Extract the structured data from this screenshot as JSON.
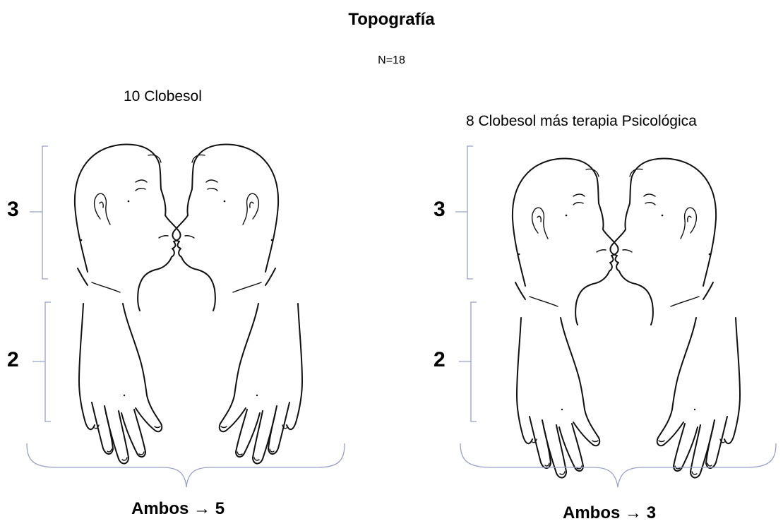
{
  "title": "Topografía",
  "sample": "N=18",
  "groups": [
    {
      "label": "10  Clobesol",
      "head_count": "3",
      "hand_count": "2",
      "both_label": "Ambos",
      "both_arrow": "→",
      "both_count": "5"
    },
    {
      "label": "8  Clobesol  más terapia Psicológica",
      "head_count": "3",
      "hand_count": "2",
      "both_label": "Ambos",
      "both_arrow": "→",
      "both_count": "3"
    }
  ],
  "colors": {
    "bracket": "#98a0c8",
    "line": "#111111",
    "background": "#ffffff"
  }
}
